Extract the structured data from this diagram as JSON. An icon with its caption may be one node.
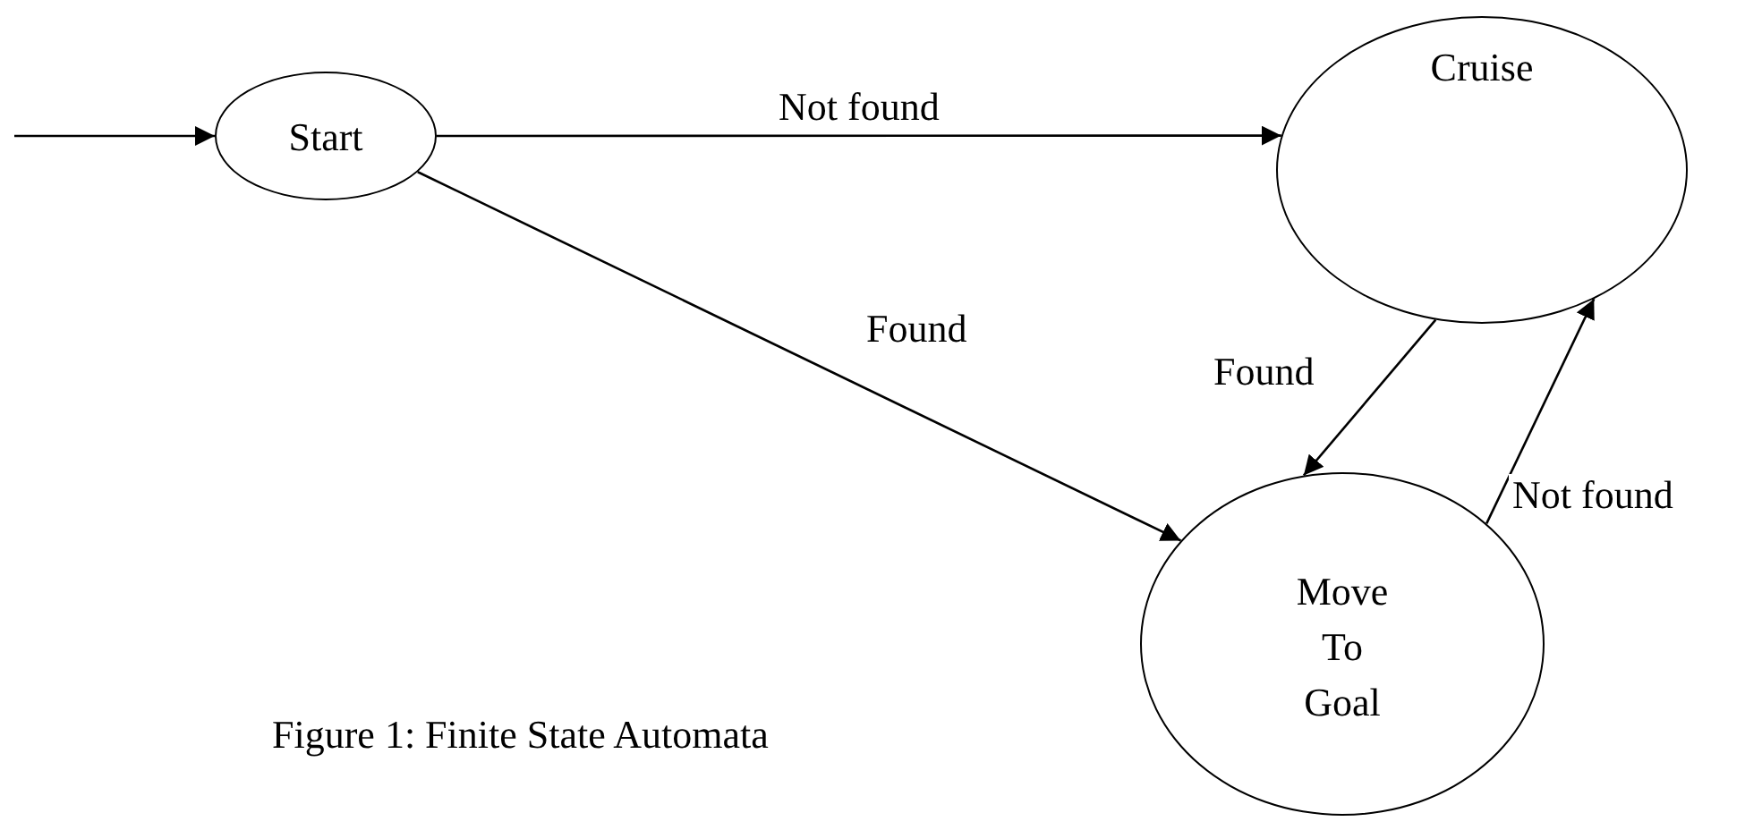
{
  "diagram": {
    "caption": "Figure 1: Finite State Automata",
    "nodes": [
      {
        "text": [
          "Start"
        ]
      },
      {
        "text": [
          "Cruise"
        ]
      },
      {
        "text": [
          "Move To Goal"
        ]
      }
    ],
    "edges": [
      {
        "from": null,
        "to": 0,
        "arrow": "to"
      },
      {
        "from": 0,
        "to": 1,
        "arrow": "to",
        "label": "Not found"
      },
      {
        "from": 0,
        "to": 2,
        "arrow": "to",
        "label": "Found"
      },
      {
        "from": 1,
        "to": 2,
        "arrow": "to",
        "label": "Found"
      },
      {
        "from": 2,
        "to": 1,
        "arrow": "to",
        "label": "Not found"
      }
    ]
  }
}
